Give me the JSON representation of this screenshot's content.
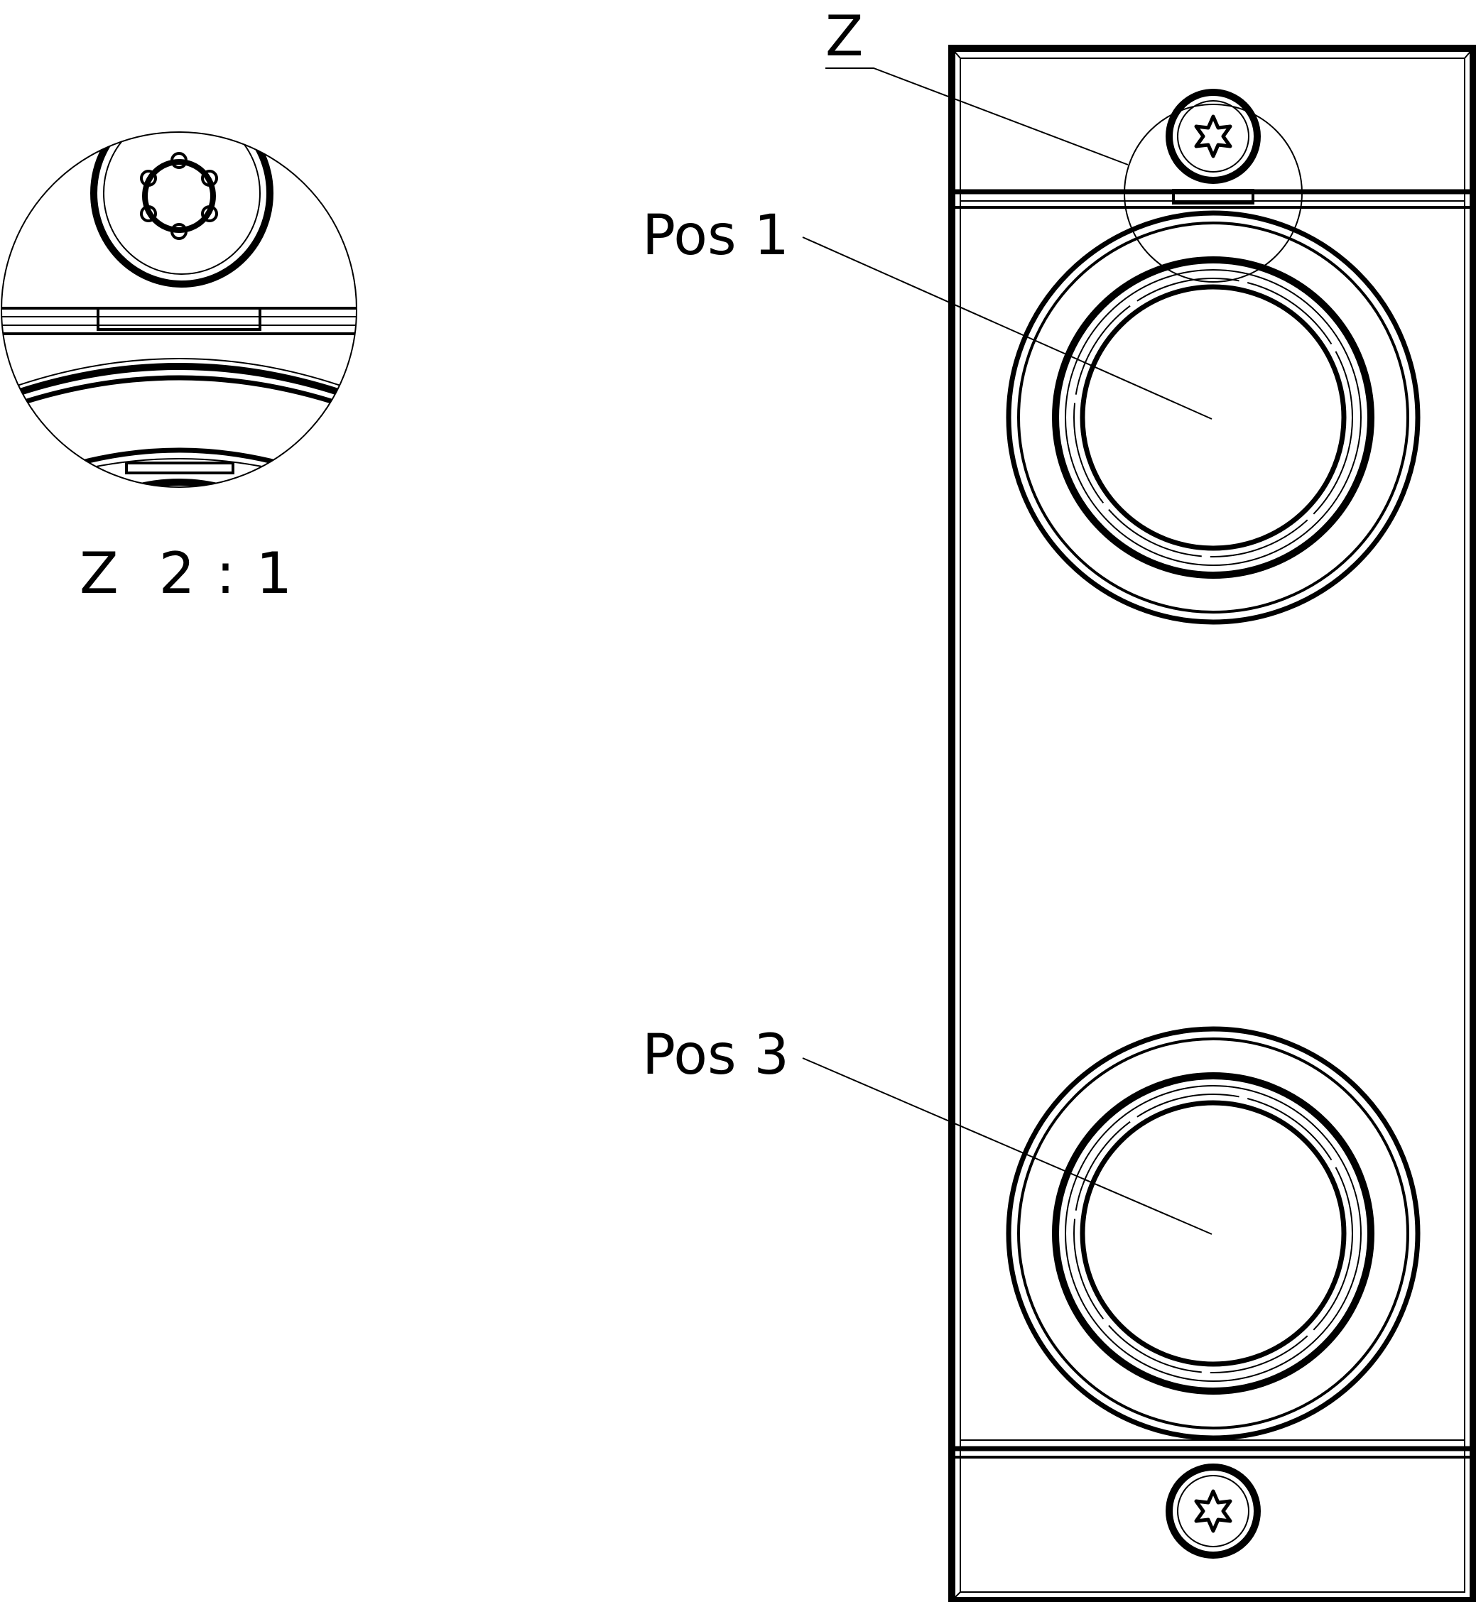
{
  "labels": {
    "detail_ref": "Z",
    "pos1": "Pos 1",
    "pos3": "Pos 3",
    "detail_scale": "Z  2 : 1"
  },
  "colors": {
    "line": "#000000",
    "background": "#ffffff"
  },
  "icons": [
    "torx-screw-icon",
    "bearing-ring-icon"
  ]
}
